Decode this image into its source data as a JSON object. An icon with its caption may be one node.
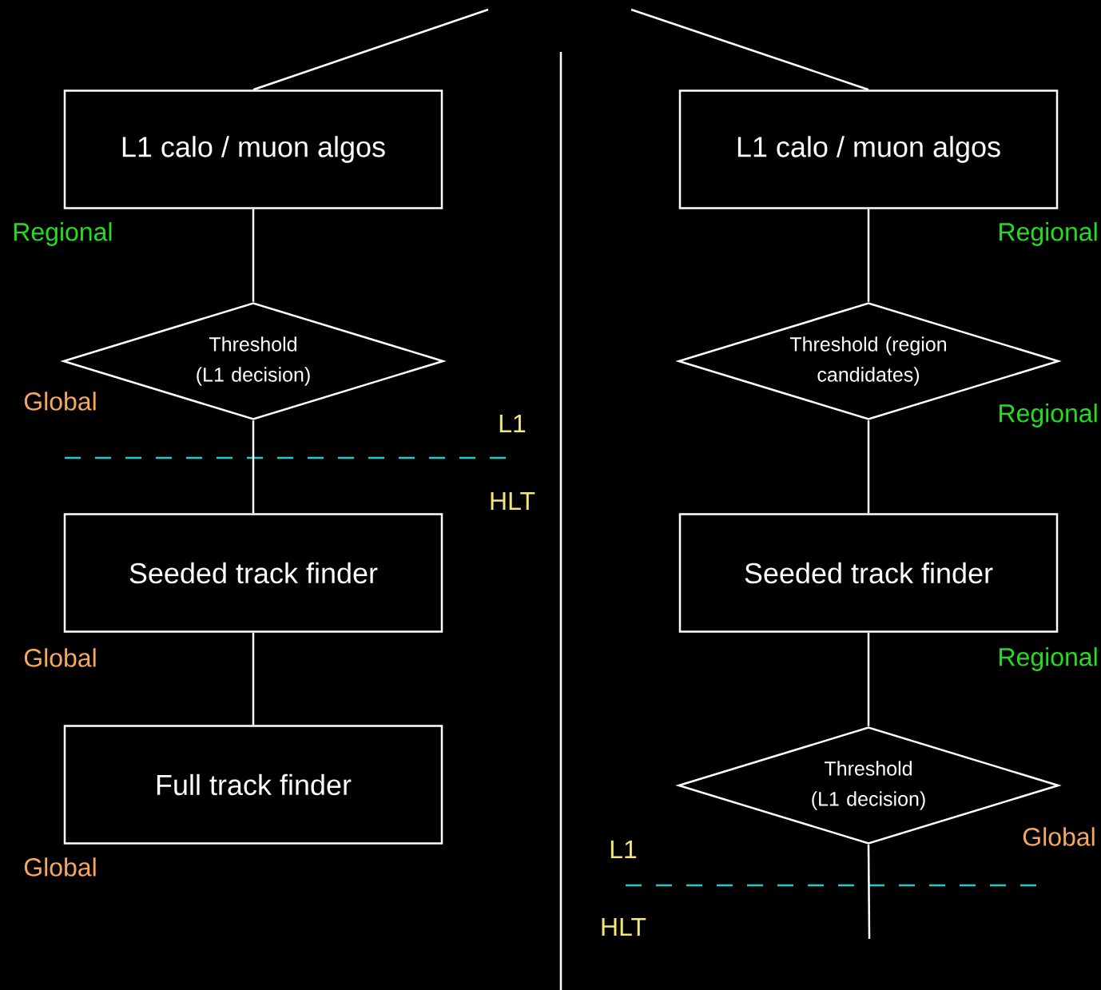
{
  "diagram": {
    "nodes": [
      {
        "text": [
          "L1 calo / muon algos"
        ]
      },
      {
        "text": [
          "Threshold (L1 decision)"
        ]
      },
      {
        "text": [
          "Seeded track finder"
        ]
      },
      {
        "text": [
          "Full track finder"
        ]
      },
      {
        "text": [
          "L1 calo / muon algos"
        ]
      },
      {
        "text": [
          "Threshold (region candidates)"
        ]
      },
      {
        "text": [
          "Seeded track finder"
        ]
      },
      {
        "text": [
          "Threshold (L1 decision)"
        ]
      }
    ],
    "edges": [
      {
        "from": null,
        "to": 0,
        "arrow": "none"
      },
      {
        "from": 0,
        "to": 1,
        "arrow": "none"
      },
      {
        "from": 1,
        "to": 2,
        "arrow": "none"
      },
      {
        "from": 2,
        "to": 3,
        "arrow": "none"
      },
      {
        "from": null,
        "to": 4,
        "arrow": "none"
      },
      {
        "from": 4,
        "to": 5,
        "arrow": "none"
      },
      {
        "from": 5,
        "to": 6,
        "arrow": "none"
      },
      {
        "from": 6,
        "to": 7,
        "arrow": "none"
      },
      {
        "from": 7,
        "to": null,
        "arrow": "none"
      }
    ],
    "labels": [
      "Regional",
      "Global",
      "L1",
      "HLT",
      "Global",
      "Global",
      "Regional",
      "Regional",
      "Regional",
      "Global",
      "L1",
      "HLT"
    ]
  }
}
